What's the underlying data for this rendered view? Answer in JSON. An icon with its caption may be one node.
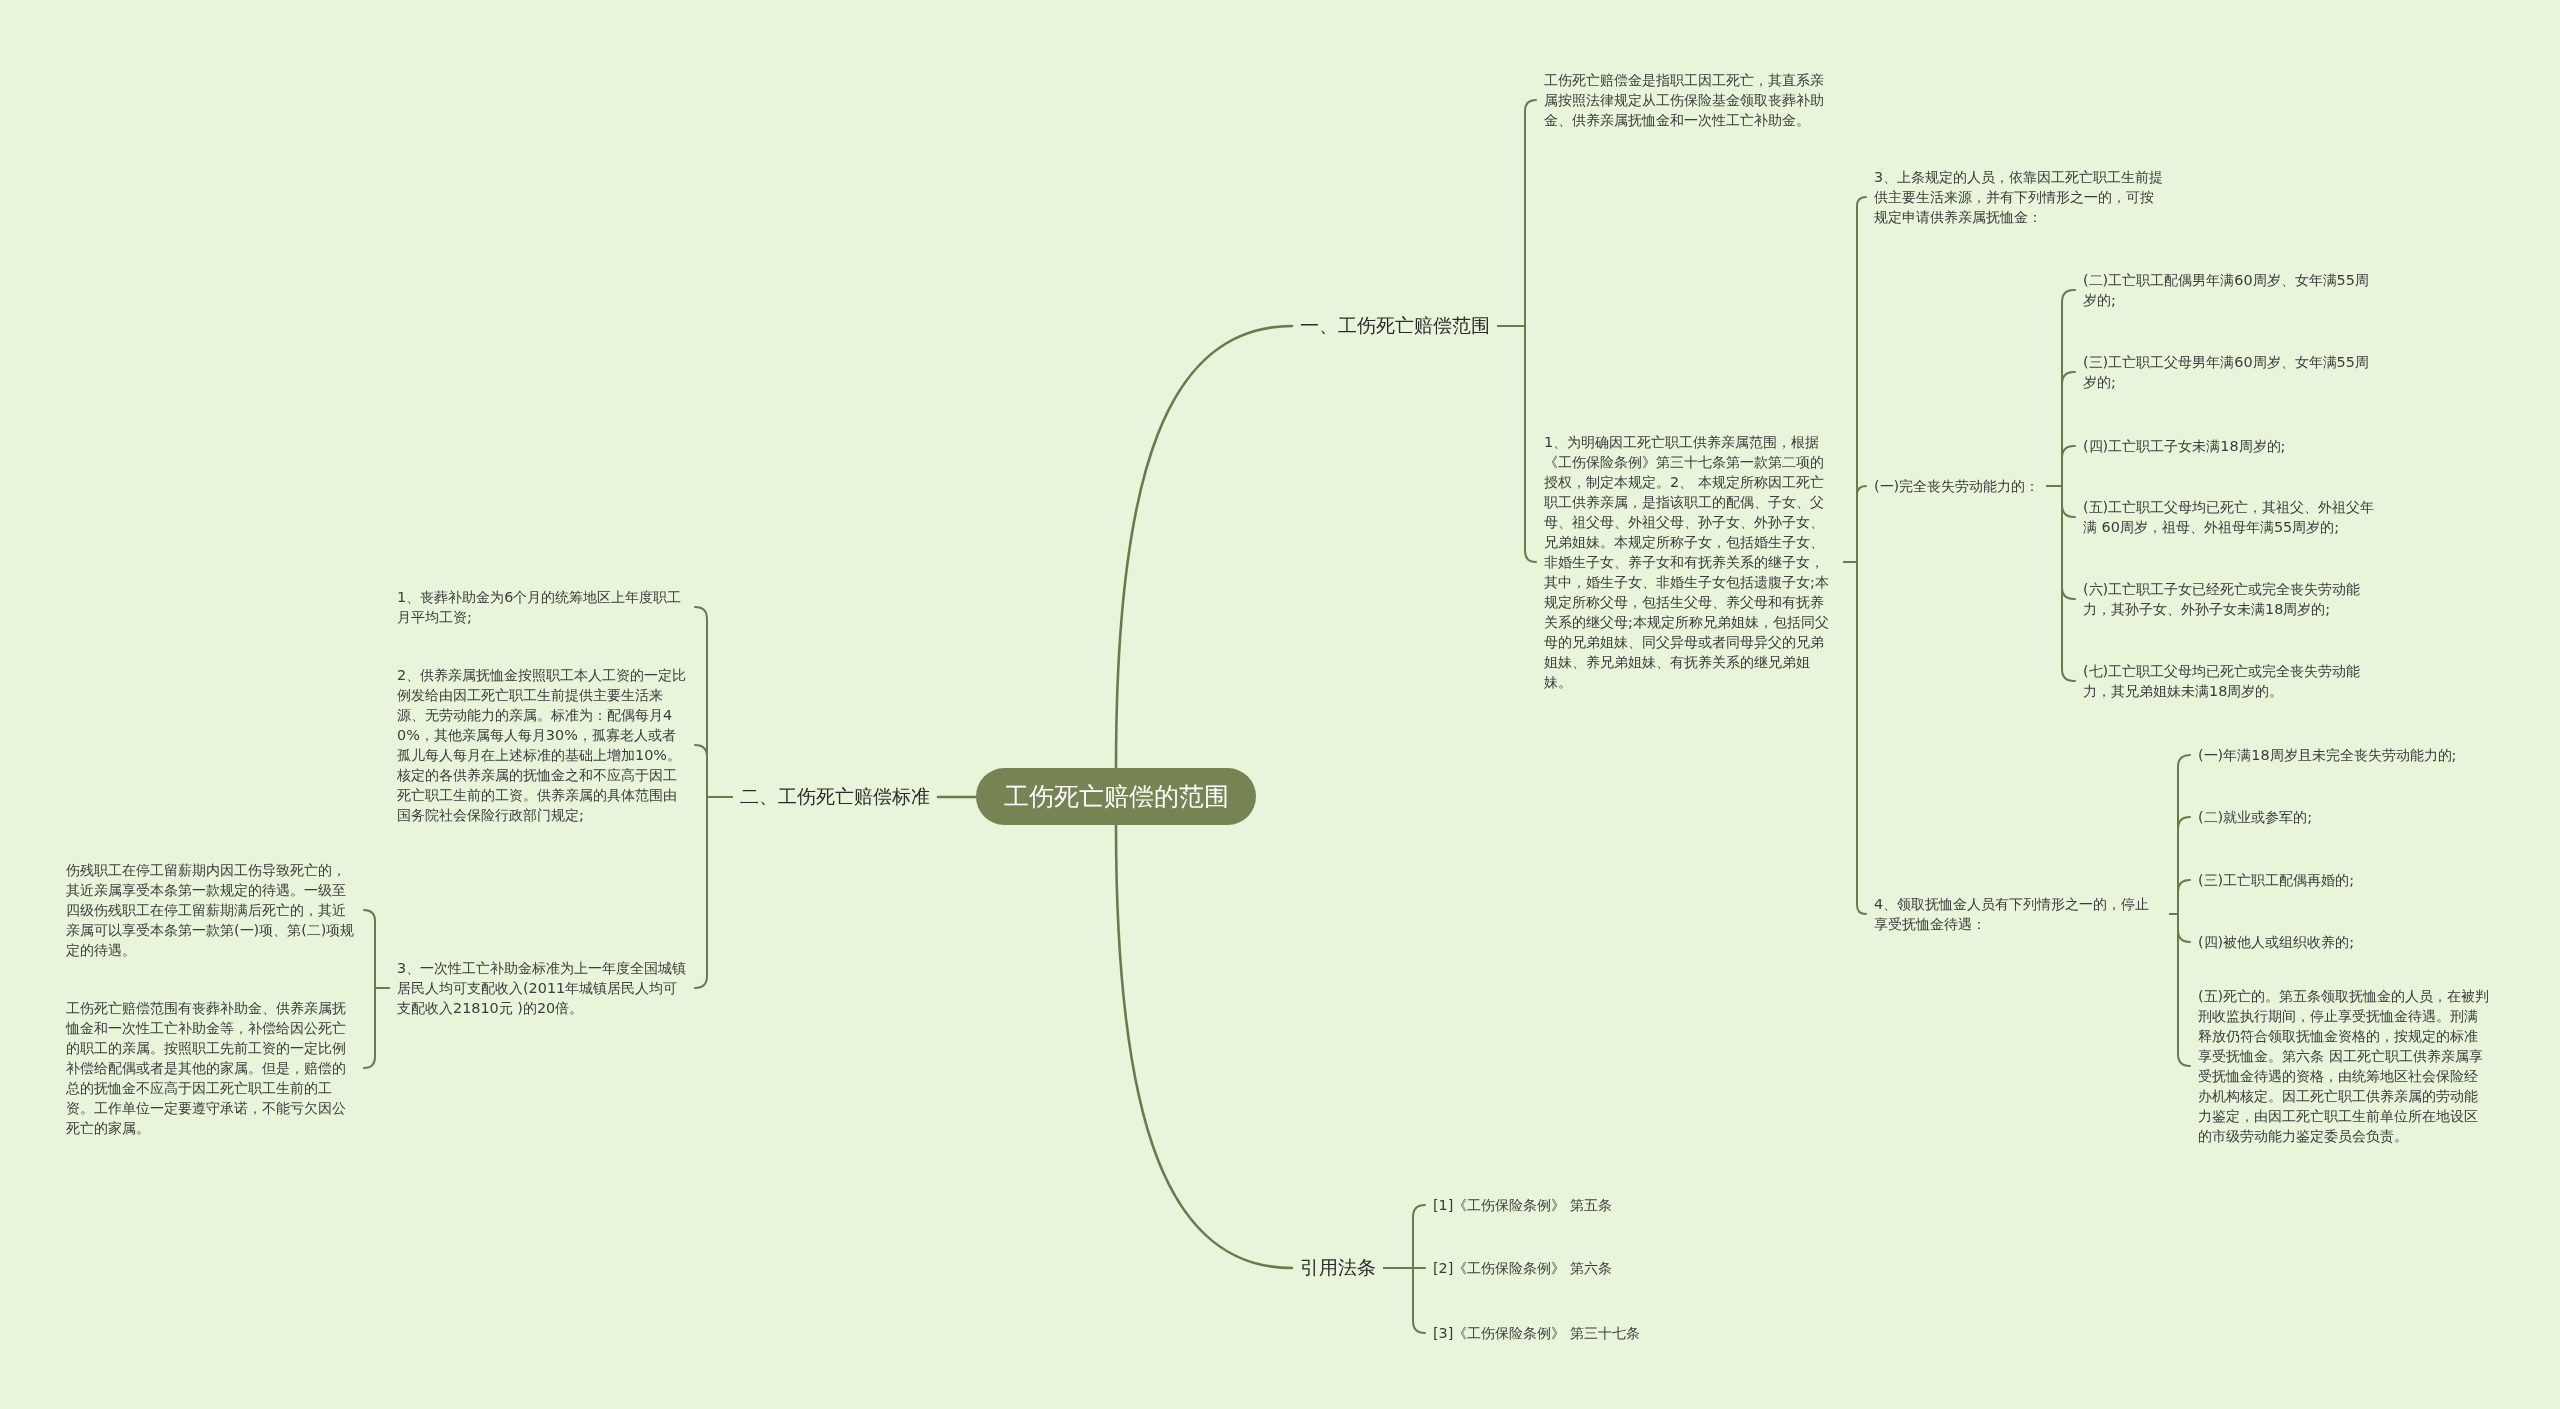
{
  "diagram": {
    "nodes": [
      {
        "text": [
          "工伤死亡赔偿的范围"
        ]
      },
      {
        "text": [
          "一、工伤死亡赔偿范围"
        ]
      },
      {
        "text": [
          "工伤死亡赔偿金是指职工因工死亡，其直系亲属按照法律规定从工伤保险基金领取丧葬补助金、供养亲属抚恤金和一次性工亡补助金。"
        ]
      },
      {
        "text": [
          "1、为明确因工死亡职工供养亲属范围，根据《工伤保险条例》第三十七条第一款第二项的授权，制定本规定。2、 本规定所称因工死亡职工供养亲属，是指该职工的配偶、子女、父母、祖父母、外祖父母、孙子女、外孙子女、兄弟姐妹。本规定所称子女，包括婚生子女、非婚生子女、养子女和有抚养关系的继子女，其中，婚生子女、非婚生子女包括遗腹子女;本规定所称父母，包括生父母、养父母和有抚养关系的继父母;本规定所称兄弟姐妹，包括同父母的兄弟姐妹、同父异母或者同母异父的兄弟姐妹、养兄弟姐妹、有抚养关系的继兄弟姐妹。"
        ]
      },
      {
        "text": [
          "3、上条规定的人员，依靠因工死亡职工生前提供主要生活来源，并有下列情形之一的，可按规定申请供养亲属抚恤金："
        ]
      },
      {
        "text": [
          "(一)完全丧失劳动能力的："
        ]
      },
      {
        "text": [
          "(二)工亡职工配偶男年满60周岁、女年满55周岁的;"
        ]
      },
      {
        "text": [
          "(三)工亡职工父母男年满60周岁、女年满55周岁的;"
        ]
      },
      {
        "text": [
          "(四)工亡职工子女未满18周岁的;"
        ]
      },
      {
        "text": [
          "(五)工亡职工父母均已死亡，其祖父、外祖父年满 60周岁，祖母、外祖母年满55周岁的;"
        ]
      },
      {
        "text": [
          "(六)工亡职工子女已经死亡或完全丧失劳动能力，其孙子女、外孙子女未满18周岁的;"
        ]
      },
      {
        "text": [
          "(七)工亡职工父母均已死亡或完全丧失劳动能力，其兄弟姐妹未满18周岁的。"
        ]
      },
      {
        "text": [
          "4、领取抚恤金人员有下列情形之一的，停止享受抚恤金待遇："
        ]
      },
      {
        "text": [
          "(一)年满18周岁且未完全丧失劳动能力的;"
        ]
      },
      {
        "text": [
          "(二)就业或参军的;"
        ]
      },
      {
        "text": [
          "(三)工亡职工配偶再婚的;"
        ]
      },
      {
        "text": [
          "(四)被他人或组织收养的;"
        ]
      },
      {
        "text": [
          "(五)死亡的。第五条领取抚恤金的人员，在被判刑收监执行期间，停止享受抚恤金待遇。刑满释放仍符合领取抚恤金资格的，按规定的标准享受抚恤金。第六条 因工死亡职工供养亲属享受抚恤金待遇的资格，由统筹地区社会保险经办机构核定。因工死亡职工供养亲属的劳动能力鉴定，由因工死亡职工生前单位所在地设区的市级劳动能力鉴定委员会负责。"
        ]
      },
      {
        "text": [
          "二、工伤死亡赔偿标准"
        ]
      },
      {
        "text": [
          "1、丧葬补助金为6个月的统筹地区上年度职工月平均工资;"
        ]
      },
      {
        "text": [
          "2、供养亲属抚恤金按照职工本人工资的一定比例发给由因工死亡职工生前提供主要生活来源、无劳动能力的亲属。标准为：配偶每月40%，其他亲属每人每月30%，孤寡老人或者孤儿每人每月在上述标准的基础上增加10%。核定的各供养亲属的抚恤金之和不应高于因工死亡职工生前的工资。供养亲属的具体范围由国务院社会保险行政部门规定;"
        ]
      },
      {
        "text": [
          "3、一次性工亡补助金标准为上一年度全国城镇居民人均可支配收入(2011年城镇居民人均可支配收入21810元 )的20倍。"
        ]
      },
      {
        "text": [
          "伤残职工在停工留薪期内因工伤导致死亡的，其近亲属享受本条第一款规定的待遇。一级至四级伤残职工在停工留薪期满后死亡的，其近亲属可以享受本条第一款第(一)项、第(二)项规定的待遇。"
        ]
      },
      {
        "text": [
          "工伤死亡赔偿范围有丧葬补助金、供养亲属抚恤金和一次性工亡补助金等，补偿给因公死亡的职工的亲属。按照职工先前工资的一定比例补偿给配偶或者是其他的家属。但是，赔偿的总的抚恤金不应高于因工死亡职工生前的工资。工作单位一定要遵守承诺，不能亏欠因公死亡的家属。"
        ]
      },
      {
        "text": [
          "引用法条"
        ]
      },
      {
        "text": [
          "[1]《工伤保险条例》 第五条"
        ]
      },
      {
        "text": [
          "[2]《工伤保险条例》 第六条"
        ]
      },
      {
        "text": [
          "[3]《工伤保险条例》 第三十七条"
        ]
      }
    ],
    "edges": [
      {
        "from": 0,
        "to": 1,
        "arrow": "none"
      },
      {
        "from": 1,
        "to": 2,
        "arrow": "none"
      },
      {
        "from": 1,
        "to": 3,
        "arrow": "none"
      },
      {
        "from": 3,
        "to": 4,
        "arrow": "none"
      },
      {
        "from": 3,
        "to": 5,
        "arrow": "none"
      },
      {
        "from": 5,
        "to": 6,
        "arrow": "none"
      },
      {
        "from": 5,
        "to": 7,
        "arrow": "none"
      },
      {
        "from": 5,
        "to": 8,
        "arrow": "none"
      },
      {
        "from": 5,
        "to": 9,
        "arrow": "none"
      },
      {
        "from": 5,
        "to": 10,
        "arrow": "none"
      },
      {
        "from": 5,
        "to": 11,
        "arrow": "none"
      },
      {
        "from": 3,
        "to": 12,
        "arrow": "none"
      },
      {
        "from": 12,
        "to": 13,
        "arrow": "none"
      },
      {
        "from": 12,
        "to": 14,
        "arrow": "none"
      },
      {
        "from": 12,
        "to": 15,
        "arrow": "none"
      },
      {
        "from": 12,
        "to": 16,
        "arrow": "none"
      },
      {
        "from": 12,
        "to": 17,
        "arrow": "none"
      },
      {
        "from": 0,
        "to": 18,
        "arrow": "none"
      },
      {
        "from": 18,
        "to": 19,
        "arrow": "none"
      },
      {
        "from": 18,
        "to": 20,
        "arrow": "none"
      },
      {
        "from": 18,
        "to": 21,
        "arrow": "none"
      },
      {
        "from": 21,
        "to": 22,
        "arrow": "none"
      },
      {
        "from": 21,
        "to": 23,
        "arrow": "none"
      },
      {
        "from": 0,
        "to": 24,
        "arrow": "none"
      },
      {
        "from": 24,
        "to": 25,
        "arrow": "none"
      },
      {
        "from": 24,
        "to": 26,
        "arrow": "none"
      },
      {
        "from": 24,
        "to": 27,
        "arrow": "none"
      }
    ]
  }
}
